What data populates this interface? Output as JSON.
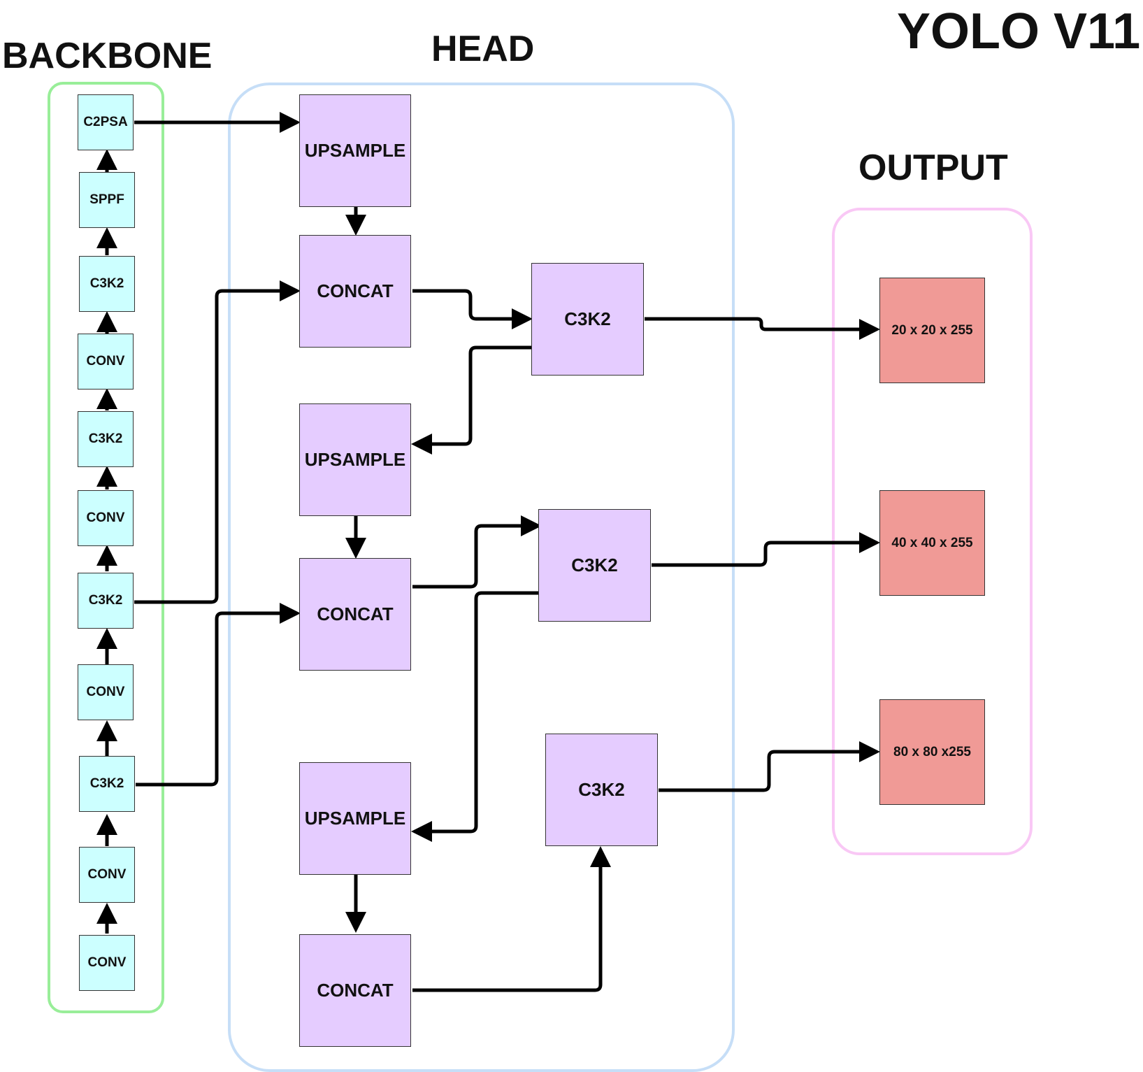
{
  "diagram": {
    "title": "YOLO V11",
    "sections": {
      "backbone": "BACKBONE",
      "head": "HEAD",
      "output": "OUTPUT"
    },
    "backbone_nodes": [
      "CONV",
      "CONV",
      "C3K2",
      "CONV",
      "C3K2",
      "CONV",
      "C3K2",
      "CONV",
      "C3K2",
      "SPPF",
      "C2PSA"
    ],
    "head_nodes": {
      "upsample_1": "UPSAMPLE",
      "concat_1": "CONCAT",
      "c3k2_1": "C3K2",
      "upsample_2": "UPSAMPLE",
      "concat_2": "CONCAT",
      "c3k2_2": "C3K2",
      "upsample_3": "UPSAMPLE",
      "concat_3": "CONCAT",
      "c3k2_3": "C3K2"
    },
    "output_nodes": [
      "20 x 20 x 255",
      "40 x 40 x 255",
      "80 x 80 x255"
    ],
    "colors": {
      "backbone_node": "#ccffff",
      "head_node": "#e5ccff",
      "output_node": "#f09a96",
      "backbone_border": "#99ee99",
      "head_border": "#c6def7",
      "output_border": "#f9c8f5",
      "arrow": "#000000"
    }
  }
}
